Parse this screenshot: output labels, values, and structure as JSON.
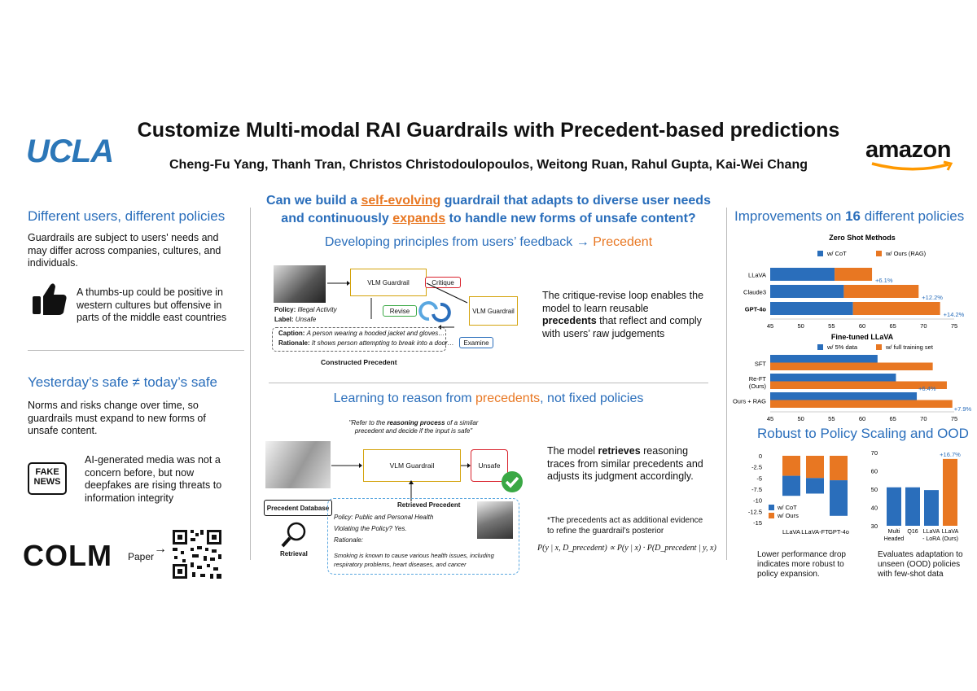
{
  "header": {
    "title": "Customize Multi-modal RAI Guardrails with Precedent-based predictions",
    "authors": "Cheng-Fu Yang, Thanh Tran, Christos Christodoulopoulos, Weitong Ruan, Rahul Gupta, Kai-Wei Chang",
    "ucla_logo": "UCLA",
    "amazon_logo": "amazon"
  },
  "question": {
    "line1_pre": "Can we build a ",
    "line1_hl": "self-evolving",
    "line1_post": " guardrail that adapts to diverse user needs",
    "line2_pre": "and continuously ",
    "line2_hl": "expands",
    "line2_post": " to handle new forms of unsafe content?"
  },
  "left": {
    "s1_title": "Different users, different policies",
    "s1_body": "Guardrails are subject to users' needs and may differ across companies, cultures, and individuals.",
    "s1_note": "A thumbs-up could be positive in western cultures but offensive in parts of the middle east countries",
    "s2_title": "Yesterday’s safe ≠ today’s safe",
    "s2_body": "Norms and risks change over time, so guardrails must expand to new forms of unsafe content.",
    "s2_note": "AI-generated media was not a concern before, but now deepfakes are rising threats to information integrity",
    "fake_news": "FAKE NEWS",
    "colm": "COLM",
    "paper": "Paper"
  },
  "mid1": {
    "title_pre": "Developing principles from users’ feedback ",
    "arrow": "→",
    "title_hl": "Precedent",
    "vlm1": "VLM Guardrail",
    "critique": "Critique",
    "vlm2": "VLM Guardrail",
    "revise": "Revise",
    "examine": "Examine",
    "policy_label": "Policy:",
    "policy_val": "Illegal Activity",
    "label_label": "Label:",
    "label_val": "Unsafe",
    "caption_label": "Caption:",
    "caption_val": "A person wearing a hooded jacket and gloves…",
    "rationale_label": "Rationale:",
    "rationale_val": "It shows person attempting to break into a door…",
    "constructed": "Constructed Precedent",
    "desc_1": "The critique-revise loop enables the model to learn reusable ",
    "desc_b": "precedents",
    "desc_2": " that reflect and comply with users’ raw judgements"
  },
  "mid2": {
    "title_pre": "Learning to reason from ",
    "title_hl": "precedents",
    "title_post": ", not fixed policies",
    "prompt_1": "\"Refer to the ",
    "prompt_b": "reasoning process",
    "prompt_2": " of a similar precedent and decide if the input is safe\"",
    "vlm": "VLM Guardrail",
    "unsafe": "Unsafe",
    "database": "Precedent Database",
    "retrieval": "Retrieval",
    "retrieved": "Retrieved Precedent",
    "r_policy": "Policy: Public and Personal Health",
    "r_violate": "Violating the Policy? Yes.",
    "r_rationale": "Rationale:",
    "r_text": "Smoking is known to cause various health issues, including respiratory problems, heart diseases, and cancer",
    "desc_1": "The model ",
    "desc_b": "retrieves",
    "desc_2": " reasoning traces from similar precedents and adjusts its judgment accordingly.",
    "note": "*The precedents act as additional evidence to refine the guardrail’s posterior",
    "formula": "P(y | x, D_precedent) ∝ P(y | x) · P(D_precedent | y, x)"
  },
  "right": {
    "title_pre": "Improvements on ",
    "title_num": "16",
    "title_post": " different policies",
    "robust_title": "Robust to Policy Scaling and OOD",
    "cap_left": "Lower performance drop indicates more robust to policy expansion.",
    "cap_right": "Evaluates adaptation to unseen (OOD) policies with few-shot data"
  },
  "colors": {
    "blue": "#2a6ebb",
    "orange": "#e87722",
    "green": "#3aa845",
    "red": "#d9232d",
    "gold": "#e0b020"
  },
  "chart_data": [
    {
      "type": "bar",
      "orientation": "horizontal",
      "stacked": true,
      "title": "Zero Shot Methods",
      "categories": [
        "LLaVA",
        "Claude3",
        "GPT-4o"
      ],
      "series": [
        {
          "name": "w/ CoT",
          "values": [
            55.5,
            57.0,
            58.5
          ]
        },
        {
          "name": "w/ Ours (RAG)",
          "values": [
            61.6,
            69.2,
            72.7
          ]
        }
      ],
      "annotations": [
        "+6.1%",
        "+12.2%",
        "+14.2%"
      ],
      "xlim": [
        45,
        75
      ],
      "xticks": [
        45,
        50,
        55,
        60,
        65,
        70,
        75
      ],
      "legend": "top"
    },
    {
      "type": "bar",
      "orientation": "horizontal",
      "title": "Fine-tuned LLaVA",
      "categories": [
        "SFT",
        "Re-FT\n(Ours)",
        "Ours + RAG"
      ],
      "category_lines": [
        [
          "SFT"
        ],
        [
          "Re-FT",
          "(Ours)"
        ],
        [
          "Ours + RAG"
        ]
      ],
      "series": [
        {
          "name": "w/ 5% data",
          "values": [
            62.5,
            65.5,
            68.9
          ]
        },
        {
          "name": "w/ full training set",
          "values": [
            71.5,
            73.8,
            74.7
          ]
        }
      ],
      "annotations": [
        "+6.4%",
        "+7.9%"
      ],
      "xlim": [
        45,
        75
      ],
      "xticks": [
        45,
        50,
        55,
        60,
        65,
        70,
        75
      ],
      "legend": "top"
    },
    {
      "type": "bar",
      "title": "",
      "categories": [
        "LLaVA",
        "LLaVA-FT",
        "GPT-4o"
      ],
      "series": [
        {
          "name": "w/ CoT",
          "values": [
            -9,
            -8.5,
            -13.5
          ]
        },
        {
          "name": "w/ Ours",
          "values": [
            -4.5,
            -5,
            -5.5
          ]
        }
      ],
      "ylim": [
        -15,
        0
      ],
      "yticks": [
        0,
        -2.5,
        -5,
        -7.5,
        -10,
        -12.5,
        -15
      ],
      "legend": "bottom-left"
    },
    {
      "type": "bar",
      "title": "",
      "categories": [
        "Multi Headed",
        "Q16",
        "LLaVA - LoRA",
        "LLaVA (Ours)"
      ],
      "category_lines": [
        [
          "Multi",
          "Headed"
        ],
        [
          "Q16"
        ],
        [
          "LLaVA",
          "- LoRA"
        ],
        [
          "LLaVA",
          "(Ours)"
        ]
      ],
      "values": [
        51,
        51,
        49.5,
        66.5
      ],
      "highlight_index": 3,
      "annotations": [
        "+16.7%"
      ],
      "ylim": [
        30,
        70
      ],
      "yticks": [
        30,
        40,
        50,
        60,
        70
      ]
    }
  ]
}
